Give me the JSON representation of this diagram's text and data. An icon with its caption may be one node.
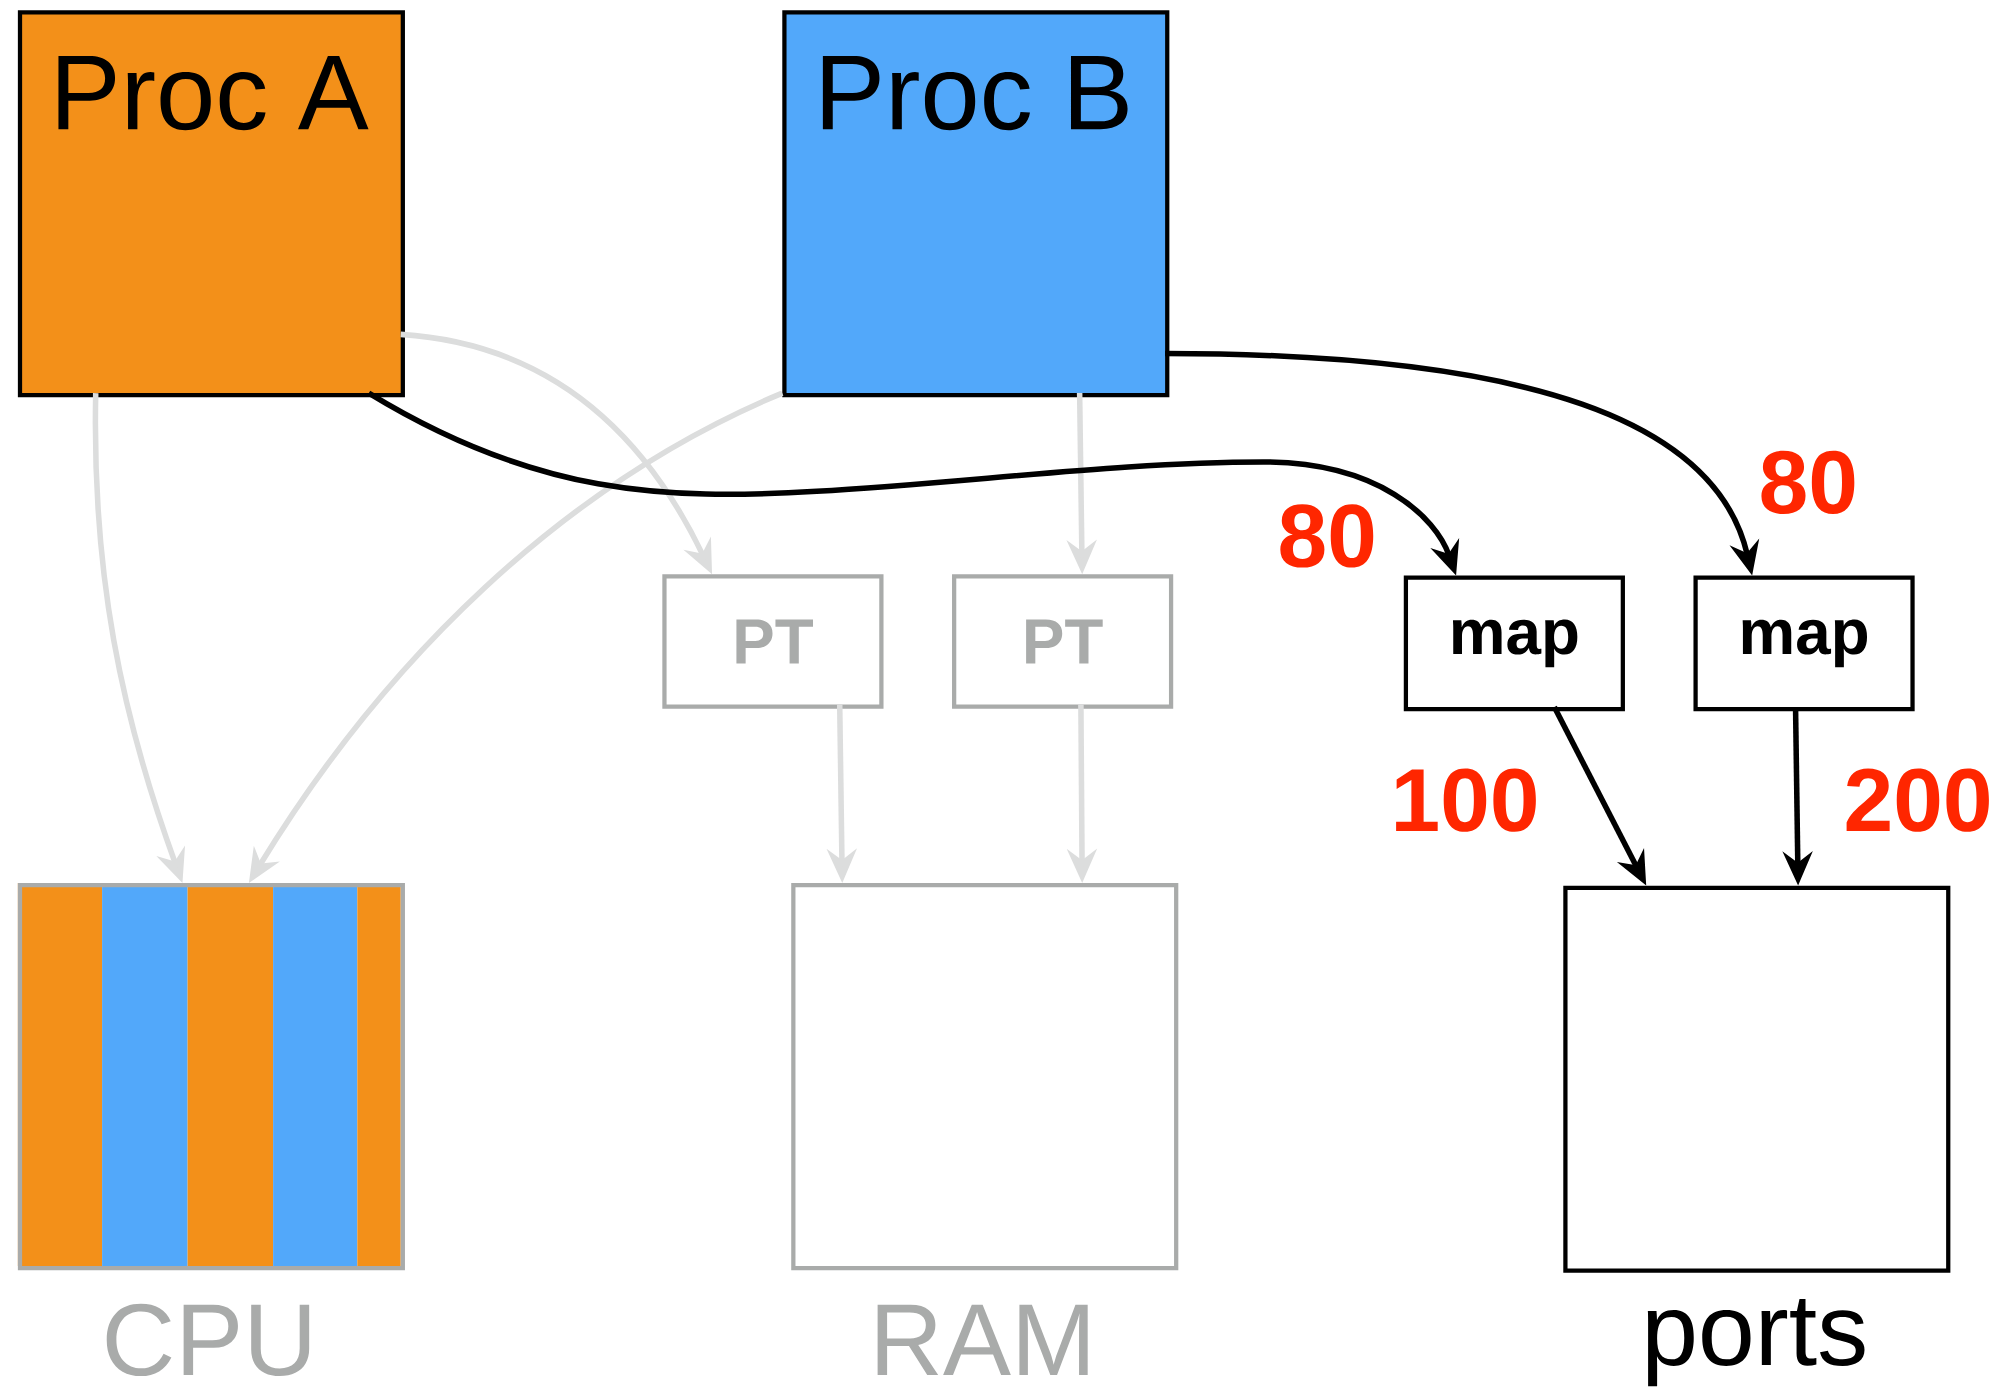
{
  "diagram": {
    "nodes": [
      {
        "text": [
          "Proc A"
        ]
      },
      {
        "text": [
          "Proc B"
        ]
      },
      {
        "text": [
          "PT"
        ]
      },
      {
        "text": [
          "PT"
        ]
      },
      {
        "text": [
          "map"
        ]
      },
      {
        "text": [
          "map"
        ]
      },
      {
        "text": [
          "CPU"
        ]
      },
      {
        "text": [
          "RAM"
        ]
      },
      {
        "text": [
          "ports"
        ]
      }
    ],
    "edges": [
      {
        "from": 0,
        "to": 6,
        "arrow": "to"
      },
      {
        "from": 1,
        "to": 6,
        "arrow": "to"
      },
      {
        "from": 0,
        "to": 2,
        "arrow": "to"
      },
      {
        "from": 1,
        "to": 3,
        "arrow": "to"
      },
      {
        "from": 2,
        "to": 7,
        "arrow": "to"
      },
      {
        "from": 3,
        "to": 7,
        "arrow": "to"
      },
      {
        "from": 0,
        "to": 4,
        "arrow": "to",
        "label": "80",
        "color": "#000000"
      },
      {
        "from": 1,
        "to": 5,
        "arrow": "to",
        "label": "80",
        "color": "#000000"
      },
      {
        "from": 4,
        "to": 8,
        "arrow": "to",
        "label": "100",
        "color": "#000000"
      },
      {
        "from": 5,
        "to": 8,
        "arrow": "to",
        "label": "200",
        "color": "#000000"
      }
    ]
  }
}
